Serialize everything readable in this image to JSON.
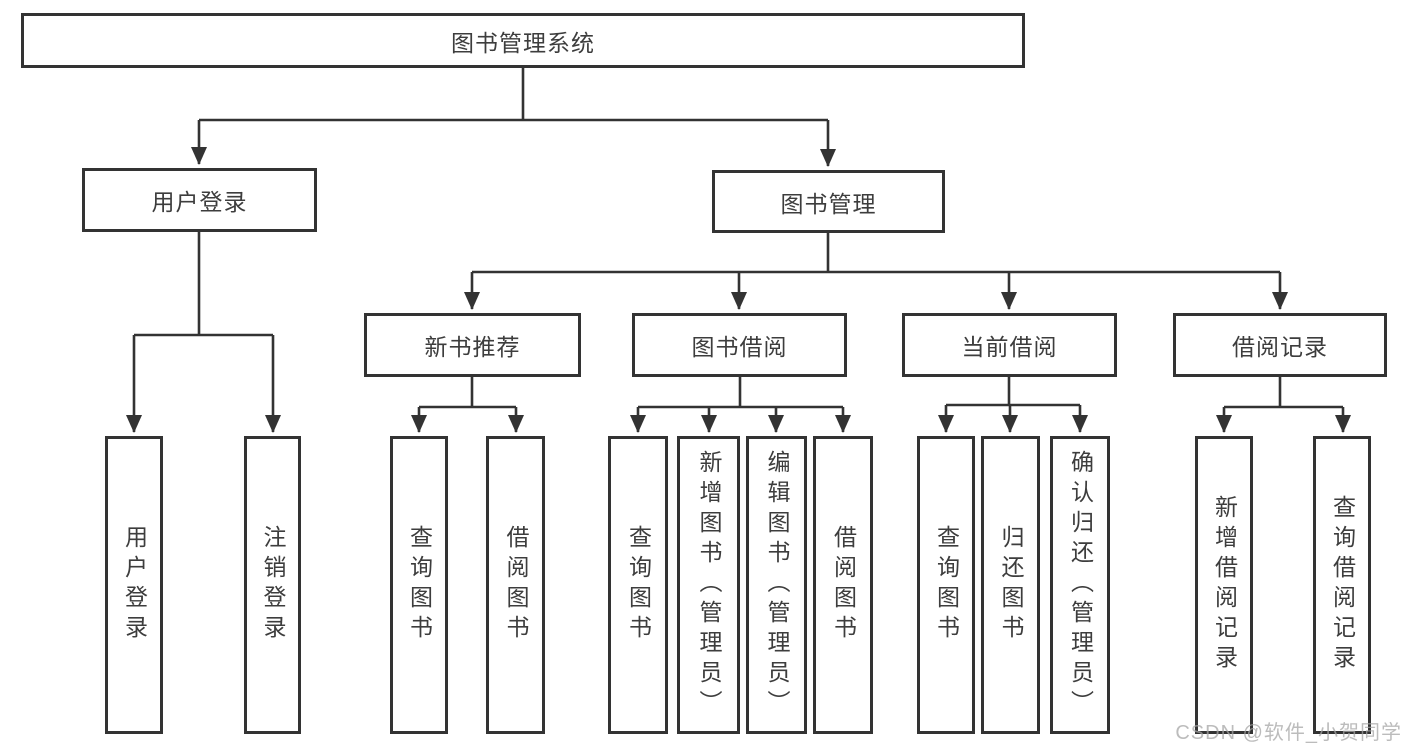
{
  "tree": {
    "label": "图书管理系统",
    "children": [
      {
        "label": "用户登录",
        "children": [
          {
            "label": "用户登录"
          },
          {
            "label": "注销登录"
          }
        ]
      },
      {
        "label": "图书管理",
        "children": [
          {
            "label": "新书推荐",
            "children": [
              {
                "label": "查询图书"
              },
              {
                "label": "借阅图书"
              }
            ]
          },
          {
            "label": "图书借阅",
            "children": [
              {
                "label": "查询图书"
              },
              {
                "label": "新增图书（管理员）"
              },
              {
                "label": "编辑图书（管理员）"
              },
              {
                "label": "借阅图书"
              }
            ]
          },
          {
            "label": "当前借阅",
            "children": [
              {
                "label": "查询图书"
              },
              {
                "label": "归还图书"
              },
              {
                "label": "确认归还（管理员）"
              }
            ]
          },
          {
            "label": "借阅记录",
            "children": [
              {
                "label": "新增借阅记录"
              },
              {
                "label": "查询借阅记录"
              }
            ]
          }
        ]
      }
    ]
  },
  "watermark": {
    "text": "CSDN @软件_小贺同学"
  },
  "colors": {
    "line": "#333333",
    "box_border": "#333333",
    "text": "#3d3d3d",
    "background": "#ffffff",
    "watermark": "#a5a5a5"
  }
}
